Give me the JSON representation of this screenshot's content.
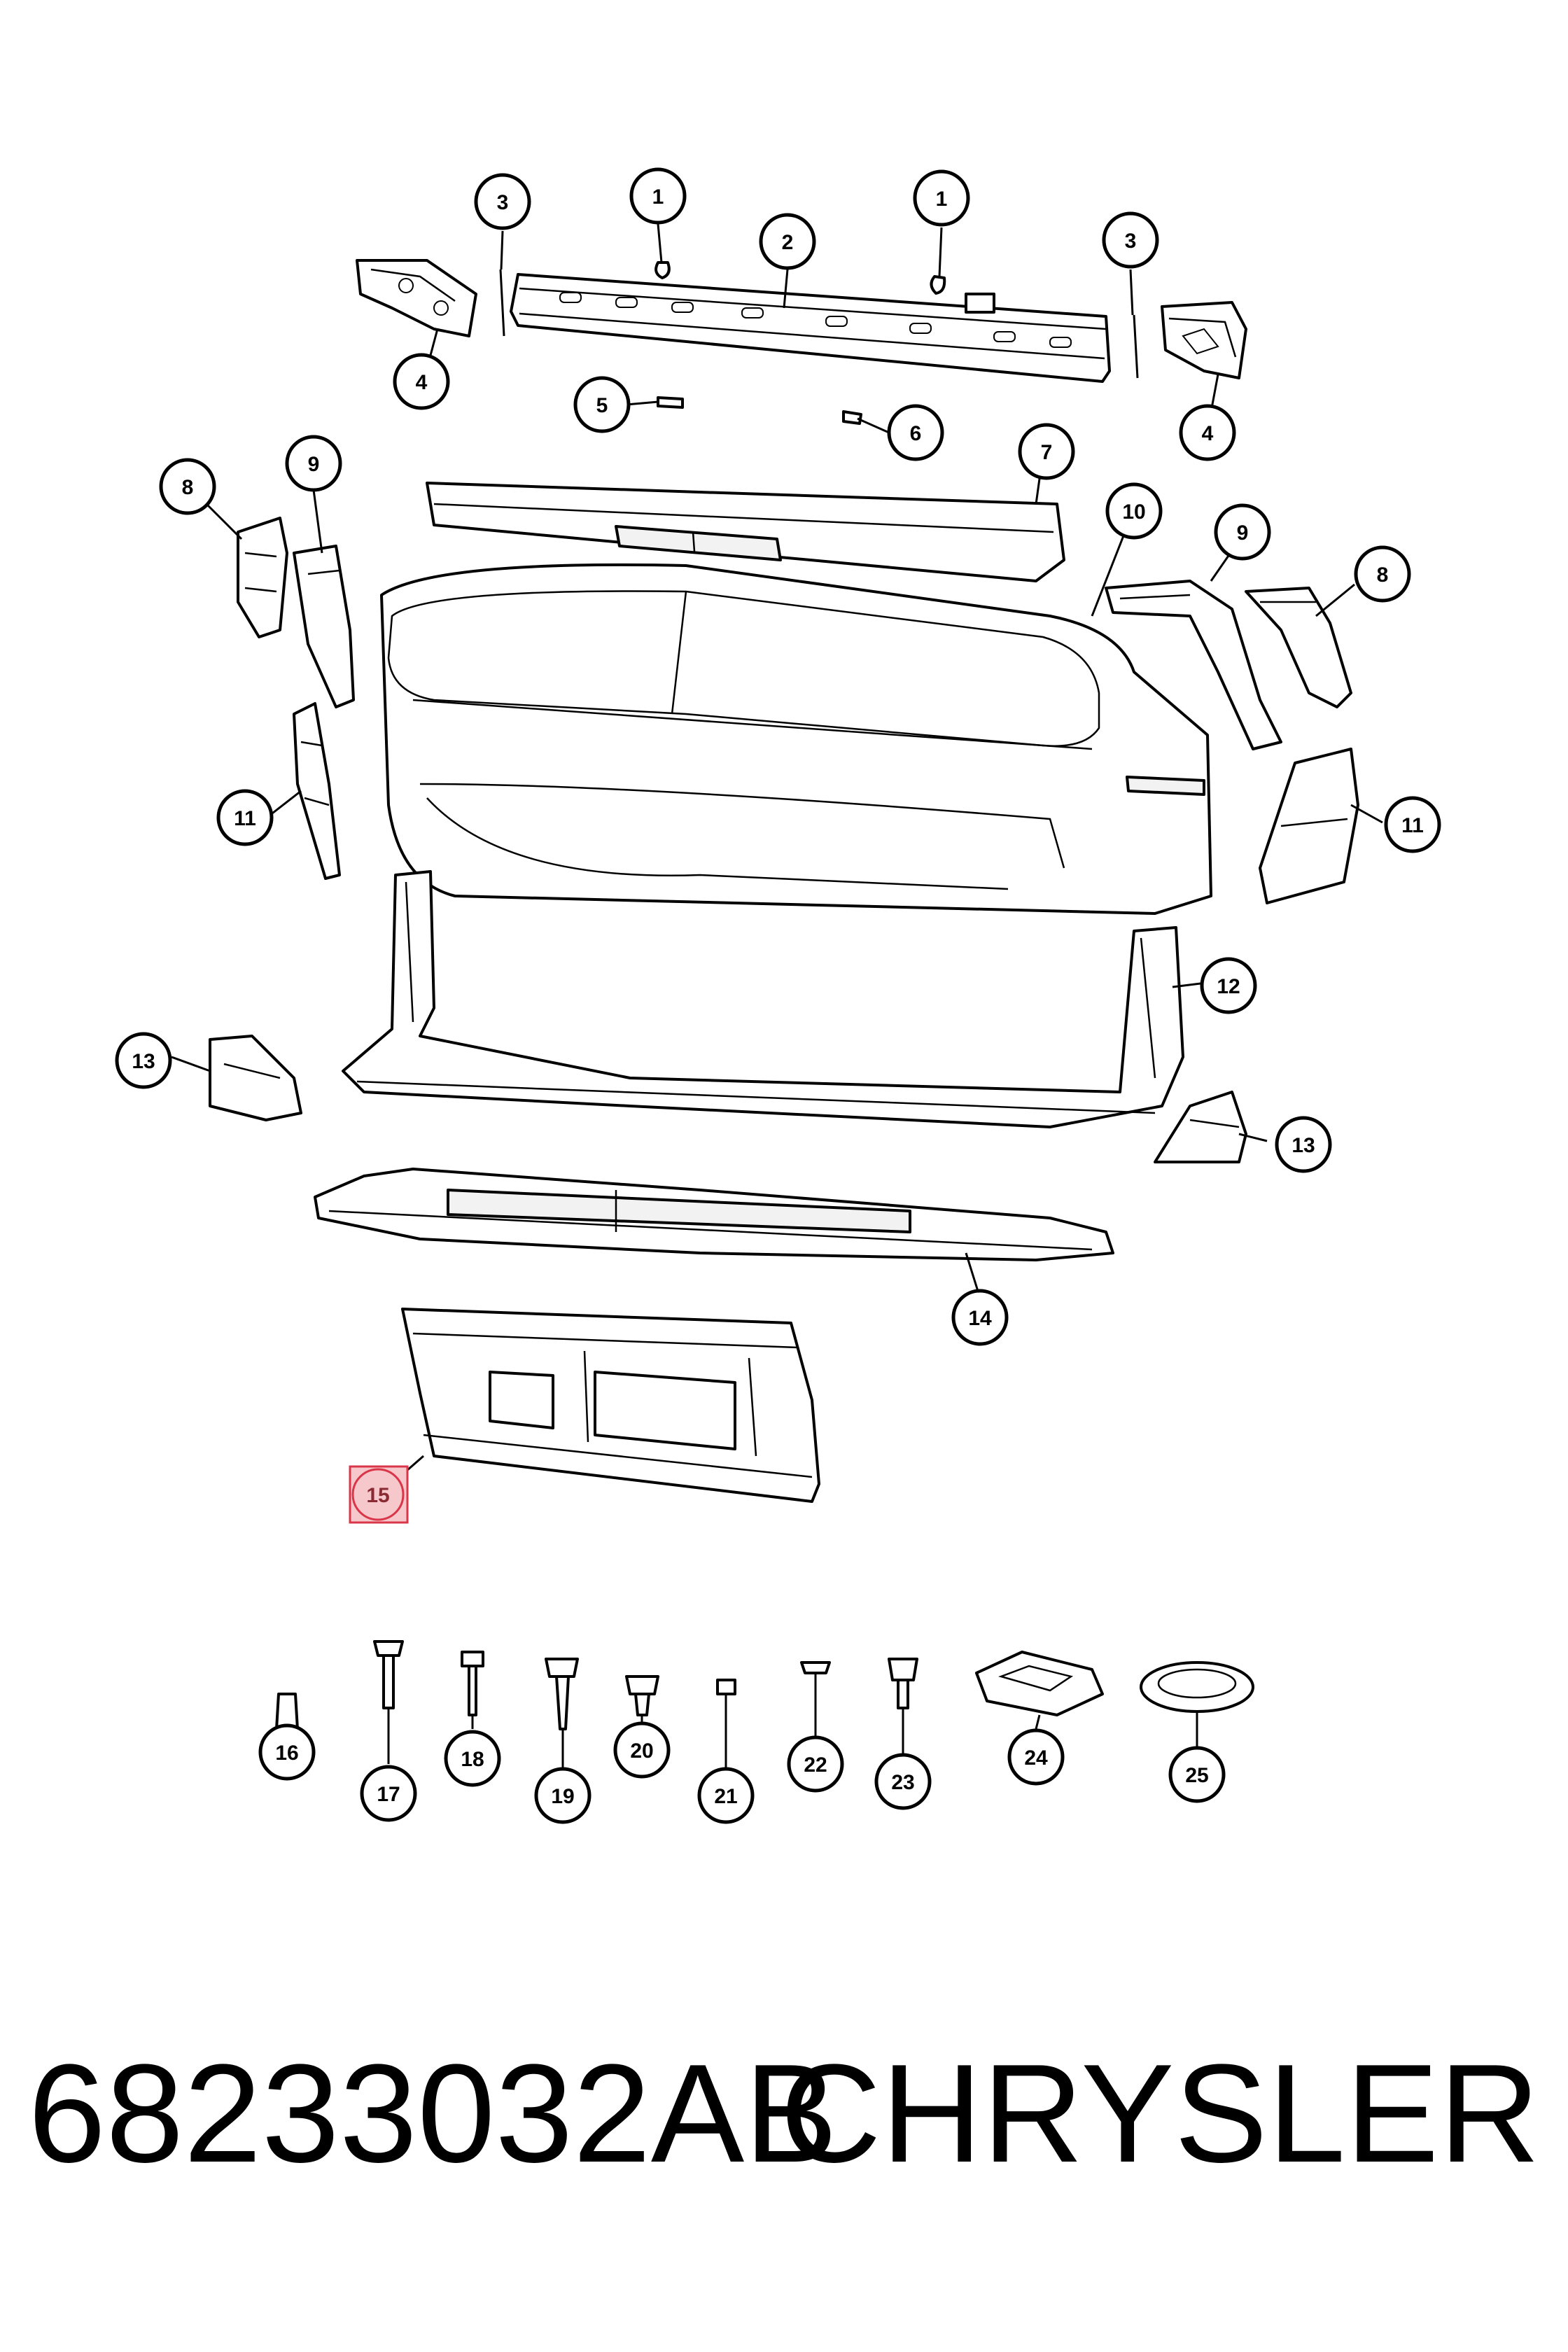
{
  "callouts": [
    {
      "id": "c1a",
      "label": "1"
    },
    {
      "id": "c1b",
      "label": "1"
    },
    {
      "id": "c2",
      "label": "2"
    },
    {
      "id": "c3a",
      "label": "3"
    },
    {
      "id": "c3b",
      "label": "3"
    },
    {
      "id": "c4a",
      "label": "4"
    },
    {
      "id": "c4b",
      "label": "4"
    },
    {
      "id": "c5",
      "label": "5"
    },
    {
      "id": "c6",
      "label": "6"
    },
    {
      "id": "c7",
      "label": "7"
    },
    {
      "id": "c8a",
      "label": "8"
    },
    {
      "id": "c8b",
      "label": "8"
    },
    {
      "id": "c9a",
      "label": "9"
    },
    {
      "id": "c9b",
      "label": "9"
    },
    {
      "id": "c10",
      "label": "10"
    },
    {
      "id": "c11a",
      "label": "11"
    },
    {
      "id": "c11b",
      "label": "11"
    },
    {
      "id": "c12",
      "label": "12"
    },
    {
      "id": "c13a",
      "label": "13"
    },
    {
      "id": "c13b",
      "label": "13"
    },
    {
      "id": "c14",
      "label": "14"
    },
    {
      "id": "c15",
      "label": "15",
      "highlighted": true
    },
    {
      "id": "c16",
      "label": "16"
    },
    {
      "id": "c17",
      "label": "17"
    },
    {
      "id": "c18",
      "label": "18"
    },
    {
      "id": "c19",
      "label": "19"
    },
    {
      "id": "c20",
      "label": "20"
    },
    {
      "id": "c21",
      "label": "21"
    },
    {
      "id": "c22",
      "label": "22"
    },
    {
      "id": "c23",
      "label": "23"
    },
    {
      "id": "c24",
      "label": "24"
    },
    {
      "id": "c25",
      "label": "25"
    }
  ],
  "footer": {
    "part_number": "68233032AB",
    "brand": "CHRYSLER"
  },
  "colors": {
    "line": "#000000",
    "background": "#ffffff",
    "highlight_fill": "#f6c8cc",
    "highlight_stroke": "#d9364a"
  }
}
